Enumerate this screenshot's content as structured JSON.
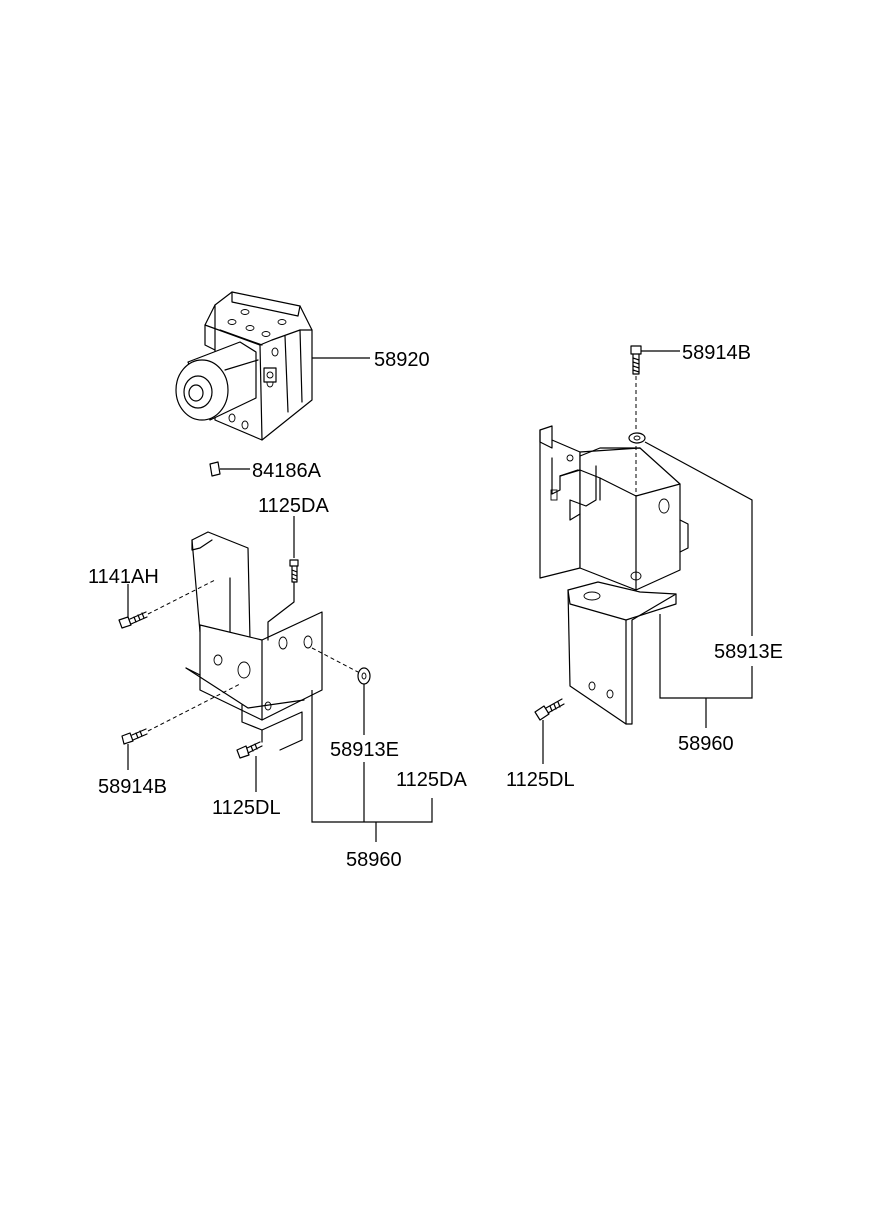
{
  "labels": {
    "abs_module": "58920",
    "clip": "84186A",
    "left_top_bolt": "1125DA",
    "left_side_bolt": "1141AH",
    "left_lower_bolt": "58914B",
    "left_washer": "58913E",
    "left_small_bolt": "1125DL",
    "left_bolt_right": "1125DA",
    "left_bracket": "58960",
    "right_top_bolt": "58914B",
    "right_washer": "58913E",
    "right_bracket": "58960",
    "right_lower_bolt": "1125DL"
  },
  "colors": {
    "line": "#000000",
    "background": "#ffffff"
  }
}
